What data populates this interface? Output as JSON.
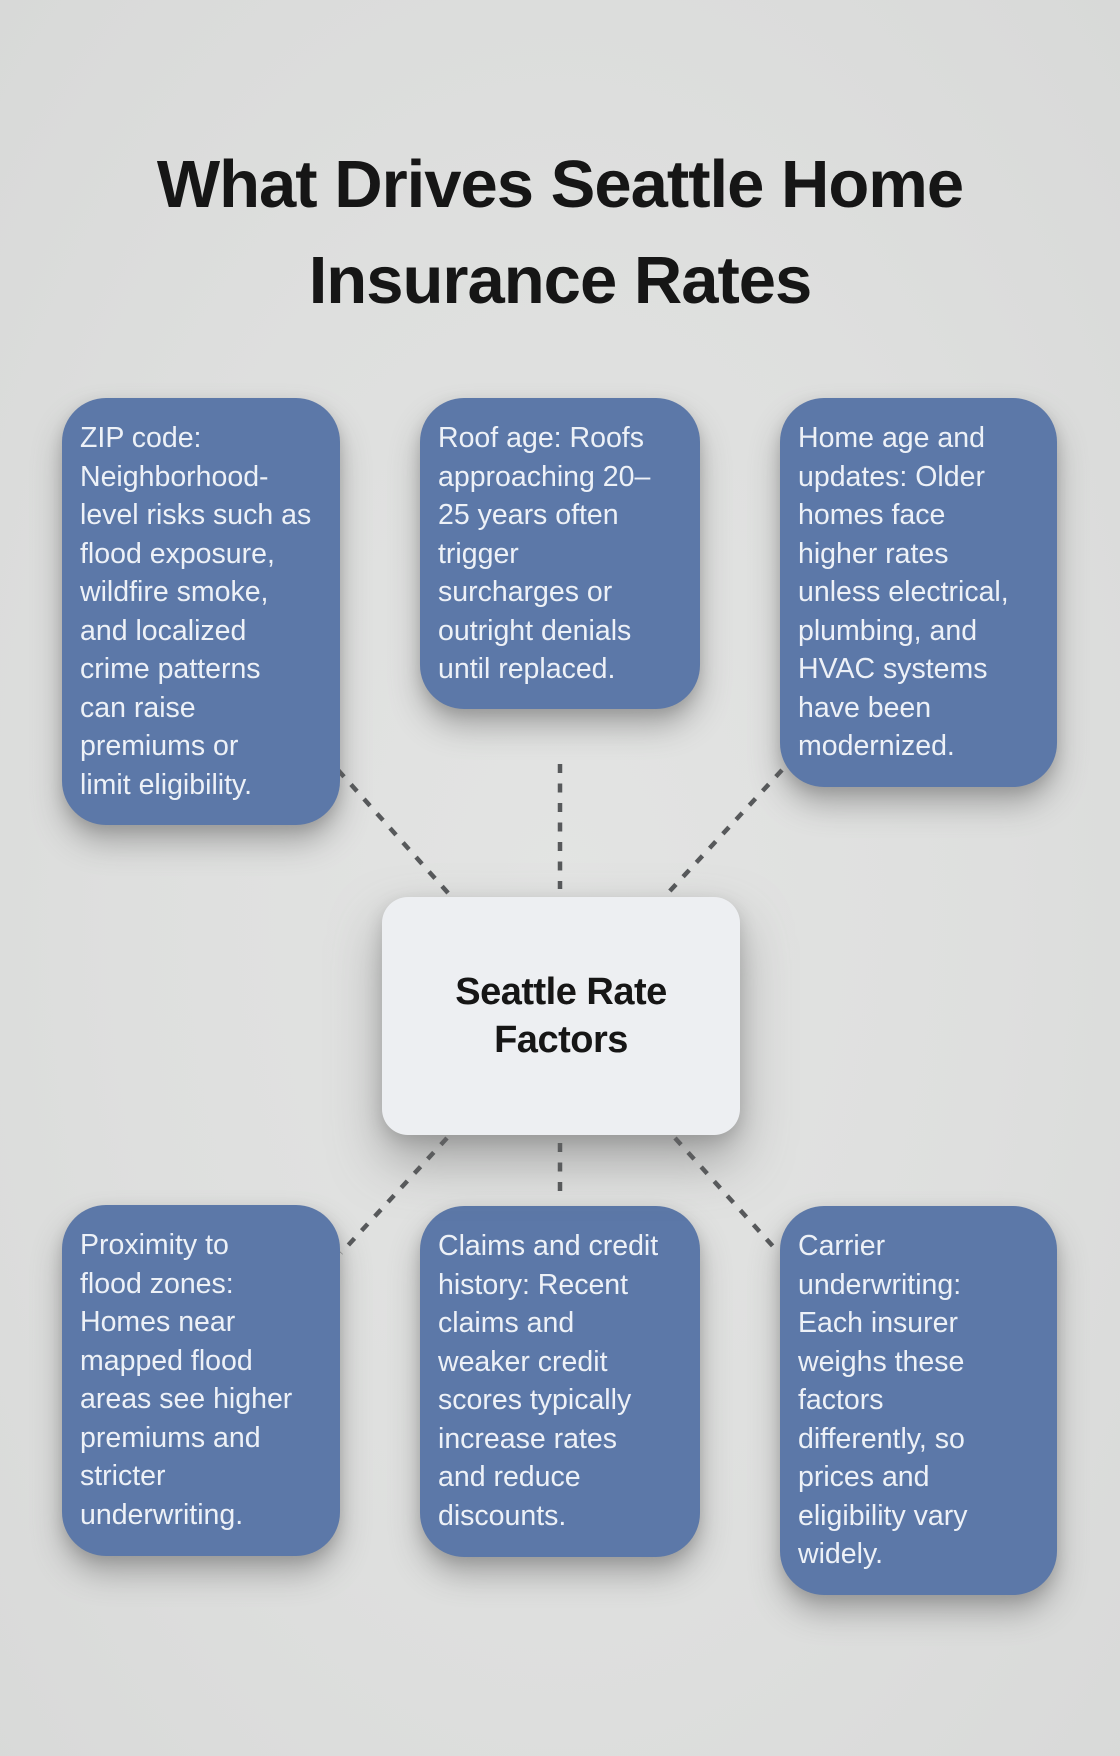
{
  "title": "What Drives Seattle Home\nInsurance Rates",
  "center": {
    "label": "Seattle Rate\nFactors"
  },
  "factors": [
    {
      "id": "zip-code",
      "text": "ZIP code:\nNeighborhood-\nlevel risks such as\nflood exposure,\nwildfire smoke,\nand localized\ncrime patterns\ncan raise\npremiums or\nlimit eligibility."
    },
    {
      "id": "roof-age",
      "text": "Roof age: Roofs\napproaching 20–\n25 years often\ntrigger\nsurcharges or\noutright denials\nuntil replaced."
    },
    {
      "id": "home-age-updates",
      "text": "Home age and\nupdates: Older\nhomes face\nhigher rates\nunless electrical,\nplumbing, and\nHVAC systems\nhave been\nmodernized."
    },
    {
      "id": "flood-zones",
      "text": "Proximity to\nflood zones:\nHomes near\nmapped flood\nareas see higher\npremiums and\nstricter\nunderwriting."
    },
    {
      "id": "claims-credit",
      "text": "Claims and credit\nhistory: Recent\nclaims and\nweaker credit\nscores typically\nincrease rates\nand reduce\ndiscounts."
    },
    {
      "id": "carrier-underwriting",
      "text": "Carrier\nunderwriting:\nEach insurer\nweighs these\nfactors\ndifferently, so\nprices and\neligibility vary\nwidely."
    }
  ],
  "colors": {
    "background": "#dedfde",
    "factor_box_fill": "#5c78a8",
    "factor_box_text": "#edf1f7",
    "center_box_fill": "#edeff2",
    "center_box_text": "#161616",
    "title_text": "#161616",
    "connector": "#57595b"
  }
}
